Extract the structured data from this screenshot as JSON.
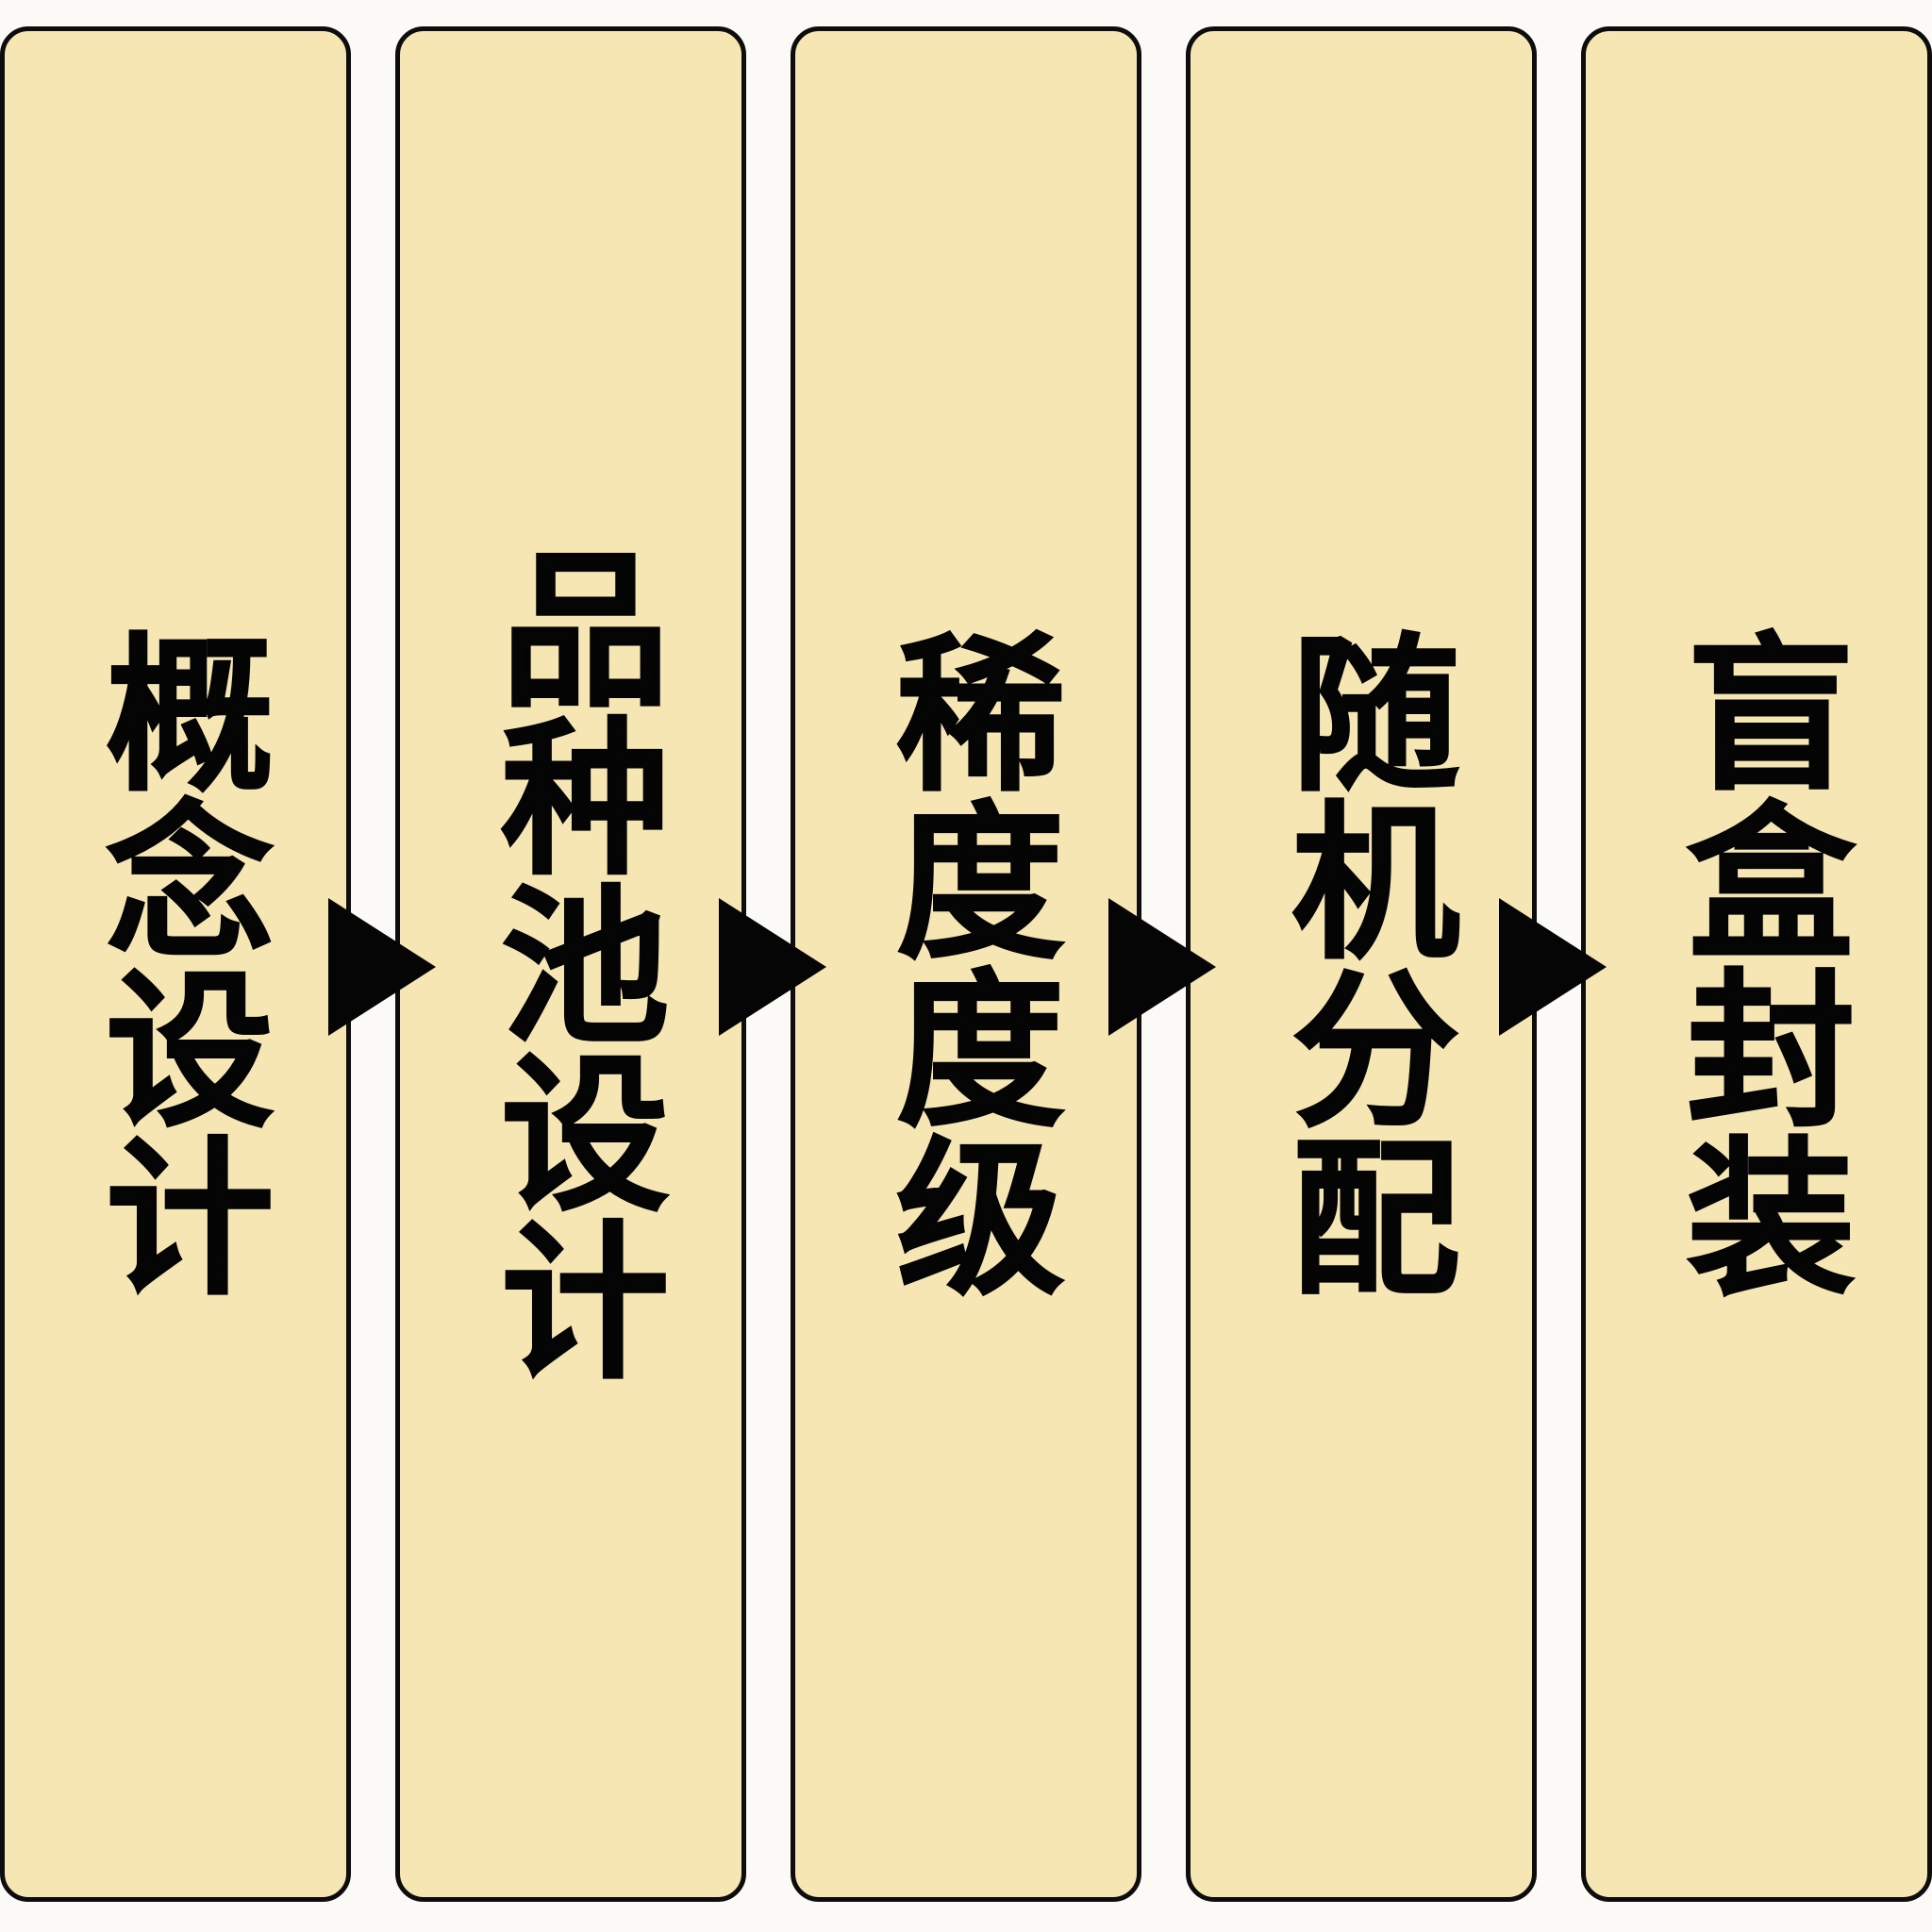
{
  "diagram": {
    "type": "horizontal-process-flow",
    "orientation": "left-to-right",
    "text_direction": "vertical",
    "background_color": "#fbfaf7",
    "box_fill_color": "#f5e6b4",
    "box_border_color": "#0d0d0d",
    "text_color": "#050505",
    "arrow_color": "#050505",
    "stage_count": 5,
    "connector_count": 4,
    "connector_glyph": "solid-right-triangle",
    "stages": [
      {
        "index": 1,
        "label": "概念设计"
      },
      {
        "index": 2,
        "label": "品种池设计"
      },
      {
        "index": 3,
        "label": "稀度度级"
      },
      {
        "index": 4,
        "label": "随机分配"
      },
      {
        "index": 5,
        "label": "盲盒封装"
      }
    ]
  }
}
